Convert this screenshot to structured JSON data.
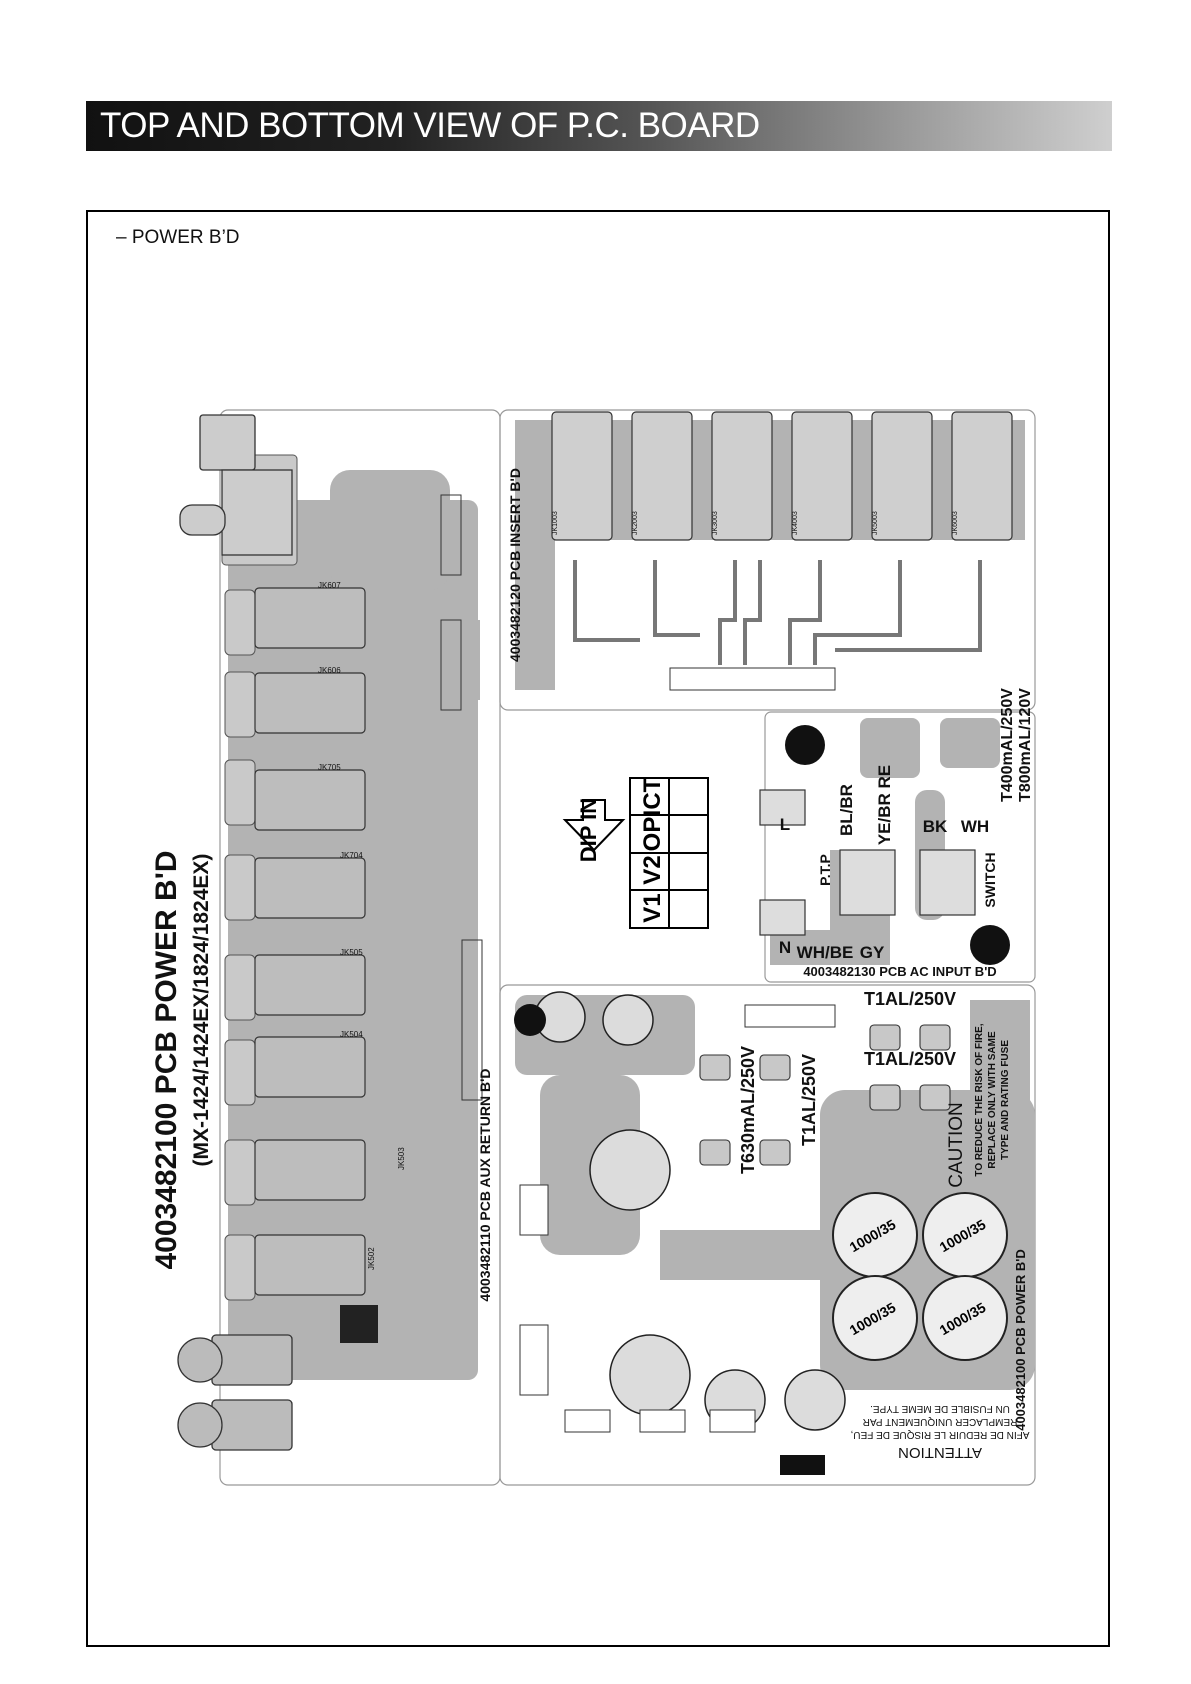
{
  "header": {
    "title": "TOP AND BOTTOM VIEW OF P.C. BOARD"
  },
  "section": {
    "label": "– POWER B’D"
  },
  "board": {
    "main_label": "4003482100   PCB POWER B'D",
    "models_label": "(MX-1424/1424EX/1824/1824EX)",
    "insert_label": "4003482120 PCB INSERT B'D",
    "aux_label": "4003482110 PCB AUX RETURN B'D",
    "ac_label": "4003482130 PCB AC INPUT B'D",
    "power_label_small": "4003482100 PCB POWER B'D",
    "dip_in": "DIP IN",
    "dip_table": [
      "V1",
      "V2",
      "OP",
      "ICT"
    ],
    "fuses": [
      "T400mAL/250V",
      "T800mAL/120V",
      "T1AL/250V",
      "T1AL/250V",
      "T630mAL/250V",
      "T1AL/250V"
    ],
    "wire_labels": [
      "BL/BR",
      "YE/BR RE",
      "BK",
      "WH",
      "SWITCH",
      "P.T.P",
      "WH/BE",
      "GY",
      "L",
      "N"
    ],
    "caps": [
      "1000/35",
      "1000/35",
      "1000/35",
      "1000/35"
    ],
    "caution_en": [
      "CAUTION",
      "TO REDUCE THE RISK OF FIRE,",
      "REPLACE ONLY WITH SAME",
      "TYPE AND RATING FUSE"
    ],
    "caution_fr": [
      "ATTENTION",
      "AFIN DE REDUIR LE RISQUE DE FEU,",
      "REMPLACER UNIQUEMENT PAR",
      "UN FUSIBLE DE MEME TYPE."
    ],
    "jacks_left": [
      "JK607",
      "JK606",
      "JK705",
      "JK704",
      "JK505",
      "JK504",
      "JK503",
      "JK502"
    ],
    "jacks_top": [
      "JK1003",
      "JK2003",
      "JK3003",
      "JK4003",
      "JK5003",
      "JK6003"
    ]
  }
}
